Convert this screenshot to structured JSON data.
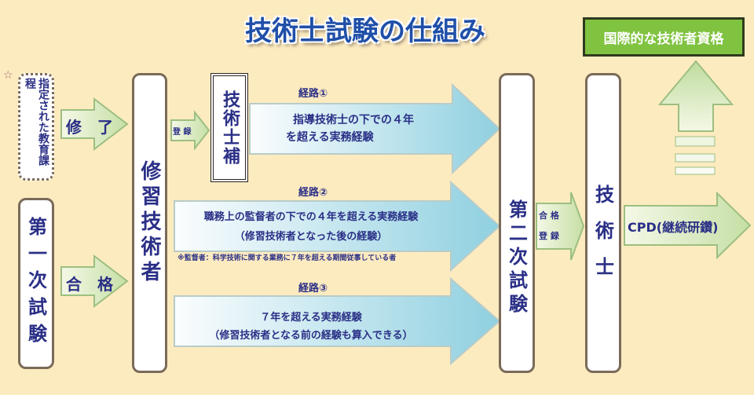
{
  "title": "技術士試験の仕組み",
  "intl_qualification": "国際的な技術者資格",
  "star": "☆",
  "designated_course": "指定された教育課程",
  "first_exam": "第一次試験",
  "completion": "修　了",
  "pass": "合　格",
  "trainee": "修習技術者",
  "register": "登 録",
  "associate": "技術士補",
  "route1": {
    "label": "経路①",
    "line1": "指導技術士の下での４年",
    "line2": "を超える実務経験"
  },
  "route2": {
    "label": "経路②",
    "line1": "職務上の監督者の下での４年を超える実務経験",
    "line2": "（修習技術者となった後の経験）",
    "note": "※監督者：科学技術に関する業務に７年を超える期間従事している者"
  },
  "route3": {
    "label": "経路③",
    "line1": "７年を超える実務経験",
    "line2": "（修習技術者となる前の経験も算入できる）"
  },
  "second_exam": "第二次試験",
  "pass_register_1": "合 格",
  "pass_register_2": "登 録",
  "engineer": "技術士",
  "cpd": "CPD(継続研鑽)",
  "colors": {
    "text": "#2a2f86",
    "green": "#7cbf3a",
    "bg": "#fdebc0"
  }
}
